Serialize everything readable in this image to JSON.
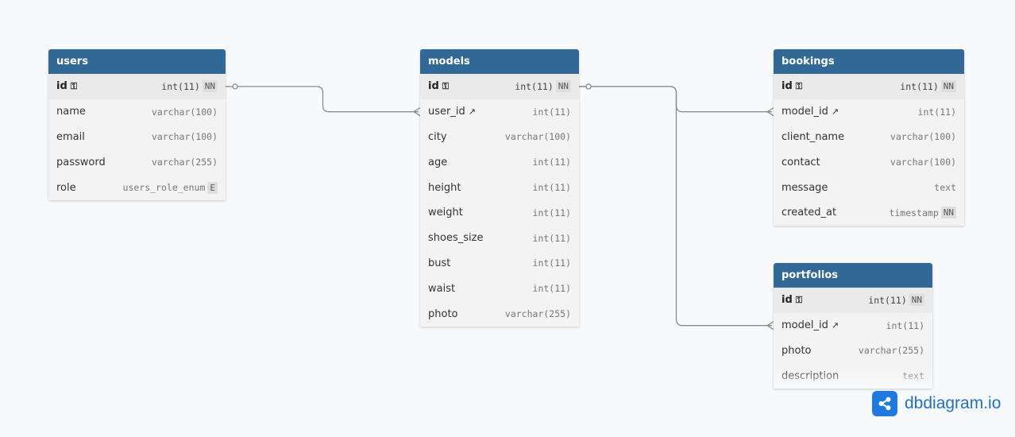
{
  "tables": [
    {
      "id": "users",
      "name": "users",
      "fields": [
        {
          "name": "id",
          "type": "int(11)",
          "badge": "NN",
          "icon": "key",
          "pk": true
        },
        {
          "name": "name",
          "type": "varchar(100)"
        },
        {
          "name": "email",
          "type": "varchar(100)"
        },
        {
          "name": "password",
          "type": "varchar(255)"
        },
        {
          "name": "role",
          "type": "users_role_enum",
          "badge": "E"
        }
      ]
    },
    {
      "id": "models",
      "name": "models",
      "fields": [
        {
          "name": "id",
          "type": "int(11)",
          "badge": "NN",
          "icon": "key",
          "pk": true
        },
        {
          "name": "user_id",
          "type": "int(11)",
          "icon": "link"
        },
        {
          "name": "city",
          "type": "varchar(100)"
        },
        {
          "name": "age",
          "type": "int(11)"
        },
        {
          "name": "height",
          "type": "int(11)"
        },
        {
          "name": "weight",
          "type": "int(11)"
        },
        {
          "name": "shoes_size",
          "type": "int(11)"
        },
        {
          "name": "bust",
          "type": "int(11)"
        },
        {
          "name": "waist",
          "type": "int(11)"
        },
        {
          "name": "photo",
          "type": "varchar(255)"
        }
      ]
    },
    {
      "id": "bookings",
      "name": "bookings",
      "fields": [
        {
          "name": "id",
          "type": "int(11)",
          "badge": "NN",
          "icon": "key",
          "pk": true
        },
        {
          "name": "model_id",
          "type": "int(11)",
          "icon": "link"
        },
        {
          "name": "client_name",
          "type": "varchar(100)"
        },
        {
          "name": "contact",
          "type": "varchar(100)"
        },
        {
          "name": "message",
          "type": "text"
        },
        {
          "name": "created_at",
          "type": "timestamp",
          "badge": "NN"
        }
      ]
    },
    {
      "id": "portfolios",
      "name": "portfolios",
      "fields": [
        {
          "name": "id",
          "type": "int(11)",
          "badge": "NN",
          "icon": "key",
          "pk": true
        },
        {
          "name": "model_id",
          "type": "int(11)",
          "icon": "link"
        },
        {
          "name": "photo",
          "type": "varchar(255)"
        },
        {
          "name": "description",
          "type": "text"
        }
      ]
    }
  ],
  "relations": [
    {
      "from_table": "users",
      "from_field": "id",
      "to_table": "models",
      "to_field": "user_id",
      "cardinality": "one-to-many"
    },
    {
      "from_table": "models",
      "from_field": "id",
      "to_table": "bookings",
      "to_field": "model_id",
      "cardinality": "one-to-many"
    },
    {
      "from_table": "models",
      "from_field": "id",
      "to_table": "portfolios",
      "to_field": "model_id",
      "cardinality": "one-to-many"
    }
  ],
  "brand": {
    "text": "dbdiagram.io",
    "icon": "share-nodes-icon"
  },
  "colors": {
    "header": "#316896",
    "connector": "#8a8a8a",
    "brand": "#1f7ae0"
  }
}
